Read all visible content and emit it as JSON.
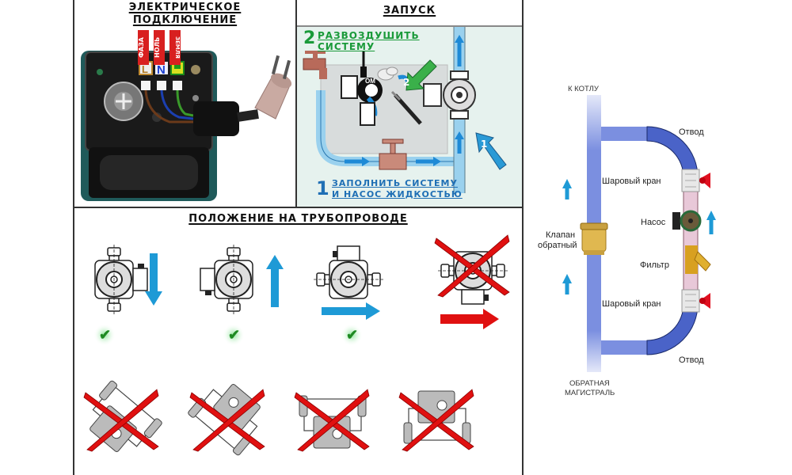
{
  "colors": {
    "frame": "#333333",
    "step_green": "#1a9a3a",
    "step_blue": "#1f6fb5",
    "flow_arrow": "#1e9ad6",
    "wrong_red": "#e01010",
    "pipe_blue": "#7b8fe0",
    "pipe_dark": "#4a63c8",
    "launch_bg": "#e6f2ee",
    "check_green": "#1e8a22"
  },
  "electrical": {
    "title_line1": "ЭЛЕКТРИЧЕСКОЕ",
    "title_line2": "ПОДКЛЮЧЕНИЕ",
    "terminals": [
      {
        "label": "ФАЗА",
        "symbol": "L",
        "color": "#d82020",
        "wire": "#6b3a1a"
      },
      {
        "label": "НОЛЬ",
        "symbol": "N",
        "color": "#d82020",
        "wire": "#1b3fb0"
      },
      {
        "label": "ЗЕМЛЯ",
        "symbol": "⏚",
        "color": "#d82020",
        "wire": "#3a9a2a"
      }
    ]
  },
  "launch": {
    "title": "ЗАПУСК",
    "step2_number": "2",
    "step2_line1": "РАЗВОЗДУШИТЬ",
    "step2_line2": "СИСТЕМУ",
    "step1_number": "1",
    "step1_line1": "ЗАПОЛНИТЬ СИСТЕМУ",
    "step1_line2": "И НАСОС ЖИДКОСТЬЮ",
    "pump_brand_mark": "OM"
  },
  "position": {
    "title": "ПОЛОЖЕНИЕ НА ТРУБОПРОВОДЕ",
    "row1": [
      {
        "orientation": "vertical-down",
        "allowed": true,
        "mark": "✔"
      },
      {
        "orientation": "vertical-up",
        "allowed": true,
        "mark": "✔"
      },
      {
        "orientation": "horizontal-box-up",
        "allowed": true,
        "mark": "✔"
      },
      {
        "orientation": "horizontal-box-down",
        "allowed": false,
        "mark": ""
      }
    ],
    "row2": [
      {
        "orientation": "tilted-left",
        "allowed": false
      },
      {
        "orientation": "tilted-right",
        "allowed": false
      },
      {
        "orientation": "shaft-vertical-motor-down",
        "allowed": false
      },
      {
        "orientation": "shaft-vertical-motor-up",
        "allowed": false
      }
    ]
  },
  "scheme": {
    "to_boiler": "К КОТЛУ",
    "return_line_1": "ОБРАТНАЯ",
    "return_line_2": "МАГИСТРАЛЬ",
    "check_valve_1": "Клапан",
    "check_valve_2": "обратный",
    "bend_top": "Отвод",
    "ball_valve_top": "Шаровый кран",
    "pump": "Насос",
    "filter": "Фильтр",
    "ball_valve_bottom": "Шаровый кран",
    "bend_bottom": "Отвод"
  }
}
